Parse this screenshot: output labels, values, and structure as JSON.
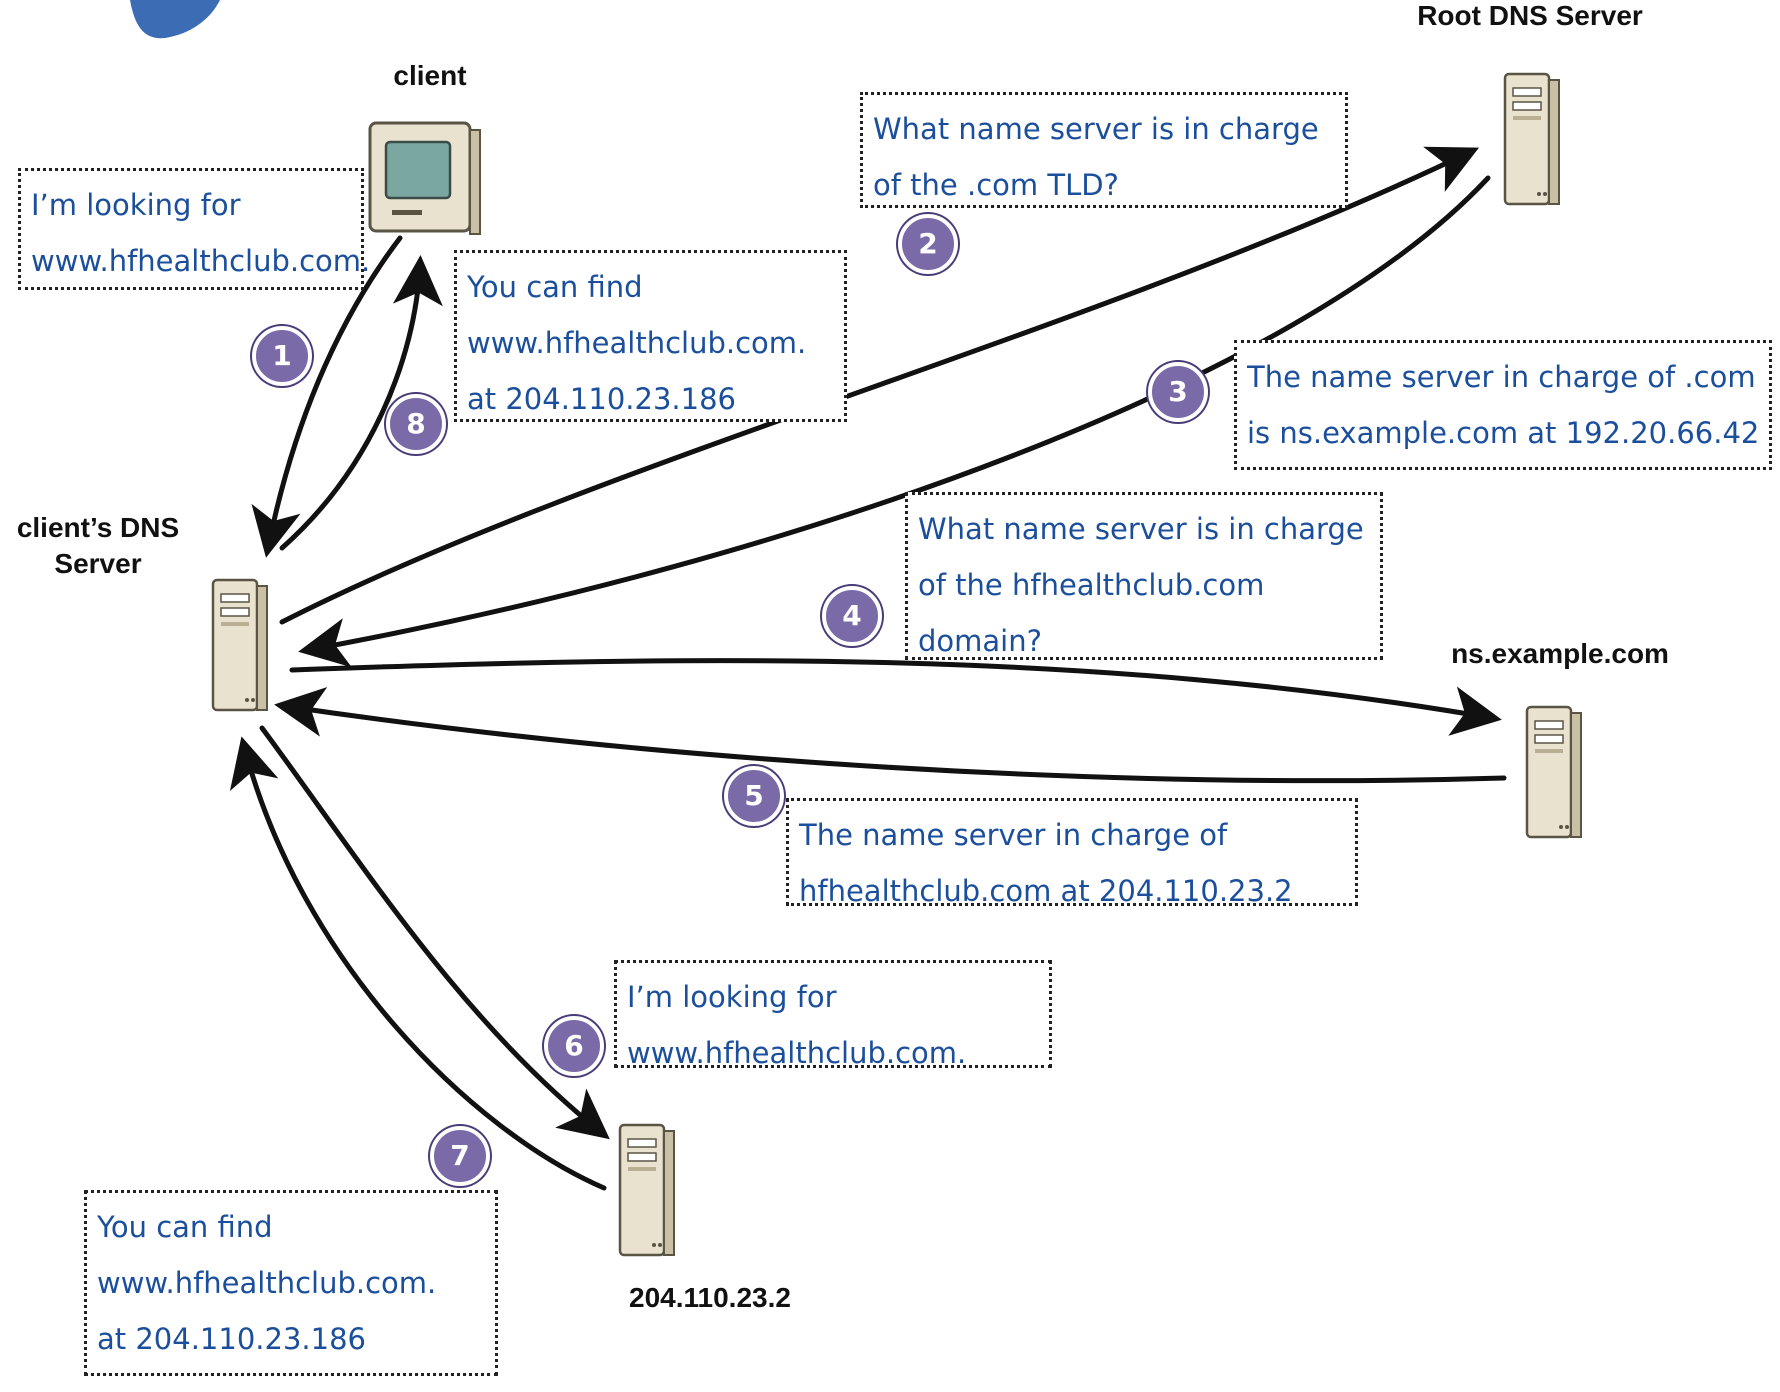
{
  "nodes": {
    "client": {
      "label": "client"
    },
    "local_dns": {
      "label": "client’s DNS\nServer"
    },
    "root_dns": {
      "label": "Root DNS Server"
    },
    "ns_example": {
      "label": "ns.example.com"
    },
    "auth_server": {
      "label": "204.110.23.2"
    }
  },
  "notes": {
    "q1": [
      "I’m looking for",
      "www.hfhealthclub.com."
    ],
    "a8": [
      "You can find",
      "www.hfhealthclub.com.",
      "at 204.110.23.186"
    ],
    "q2": [
      "What name server is in charge",
      "of the .com TLD?"
    ],
    "a3": [
      "The name server in charge of .com",
      "is ns.example.com at 192.20.66.42"
    ],
    "q4": [
      "What name server is in charge",
      "of the hfhealthclub.com",
      "domain?"
    ],
    "a5": [
      "The name server in charge of",
      "hfhealthclub.com at 204.110.23.2"
    ],
    "q6": [
      "I’m looking for",
      "www.hfhealthclub.com."
    ],
    "a7": [
      "You can find",
      "www.hfhealthclub.com.",
      "at 204.110.23.186"
    ]
  },
  "steps": [
    "1",
    "2",
    "3",
    "4",
    "5",
    "6",
    "7",
    "8"
  ],
  "colors": {
    "note_text": "#1b4f9c",
    "step_badge": "#7b6aa8",
    "arrow": "#111111",
    "server_beige": "#e9e2cf",
    "screen": "#7aa8a0"
  }
}
